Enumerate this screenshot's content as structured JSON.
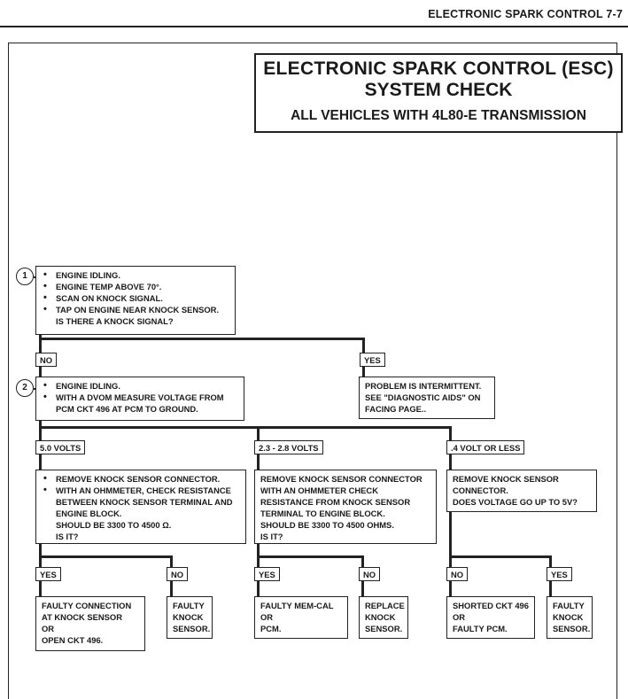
{
  "page_header": "ELECTRONIC SPARK CONTROL  7-7",
  "title": {
    "line1": "ELECTRONIC SPARK CONTROL (ESC)",
    "line2": "SYSTEM CHECK",
    "subtitle": "ALL VEHICLES WITH 4L80-E TRANSMISSION"
  },
  "step1": {
    "number": "1",
    "bullets": [
      "ENGINE IDLING.",
      "ENGINE TEMP ABOVE 70°.",
      "SCAN ON KNOCK SIGNAL.",
      "TAP ON ENGINE NEAR KNOCK SENSOR."
    ],
    "question": "IS THERE A KNOCK SIGNAL?"
  },
  "branch1": {
    "no": "NO",
    "yes": "YES"
  },
  "intermittent": [
    "PROBLEM IS INTERMITTENT.",
    "SEE \"DIAGNOSTIC AIDS\" ON",
    "FACING PAGE.."
  ],
  "step2": {
    "number": "2",
    "bullets": [
      "ENGINE IDLING.",
      "WITH A DVOM MEASURE VOLTAGE FROM PCM CKT 496 AT PCM TO GROUND."
    ]
  },
  "voltage_labels": {
    "a": "5.0 VOLTS",
    "b": "2.3 - 2.8 VOLTS",
    "c": ".4 VOLT OR LESS"
  },
  "box5v": {
    "bullets": [
      "REMOVE KNOCK SENSOR CONNECTOR.",
      "WITH AN OHMMETER, CHECK RESISTANCE BETWEEN KNOCK SENSOR TERMINAL AND ENGINE BLOCK."
    ],
    "extra": [
      "SHOULD BE 3300 TO 4500 Ω.",
      "IS IT?"
    ]
  },
  "box23v": [
    "REMOVE KNOCK SENSOR CONNECTOR",
    "WITH AN OHMMETER CHECK",
    "RESISTANCE FROM KNOCK SENSOR",
    "TERMINAL TO ENGINE BLOCK.",
    "SHOULD BE 3300 TO 4500 OHMS.",
    "IS IT?"
  ],
  "box04v": [
    "REMOVE KNOCK SENSOR",
    "CONNECTOR.",
    "DOES VOLTAGE GO UP TO 5V?"
  ],
  "answers": {
    "a_yes": "YES",
    "a_no": "NO",
    "b_yes": "YES",
    "b_no": "NO",
    "c_no": "NO",
    "c_yes": "YES"
  },
  "results": {
    "r1": [
      "FAULTY CONNECTION",
      "AT KNOCK SENSOR",
      "OR",
      "OPEN CKT 496."
    ],
    "r2": [
      "FAULTY",
      "KNOCK",
      "SENSOR."
    ],
    "r3": [
      "FAULTY MEM-CAL",
      "OR",
      "PCM."
    ],
    "r4": [
      "REPLACE",
      "KNOCK",
      "SENSOR."
    ],
    "r5": [
      "SHORTED CKT 496",
      "OR",
      "FAULTY PCM."
    ],
    "r6": [
      "FAULTY",
      "KNOCK",
      "SENSOR."
    ]
  }
}
